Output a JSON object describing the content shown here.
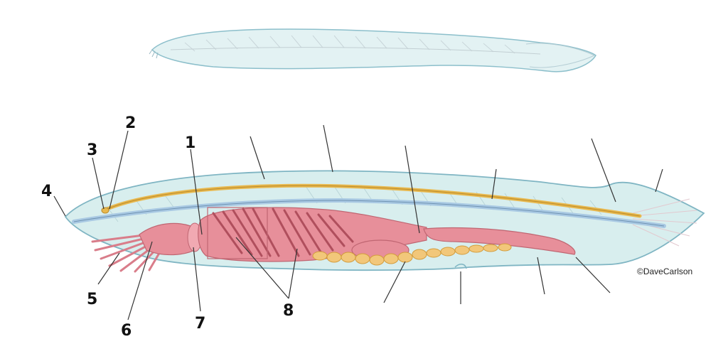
{
  "diagram": {
    "labels": [
      "1",
      "2",
      "3",
      "4",
      "5",
      "6",
      "7",
      "8"
    ],
    "credit": "©DaveCarlson"
  },
  "colors": {
    "body_fill": "#d8eeee",
    "body_outline": "#7fb5c3",
    "nerve_cord": "#e8b84e",
    "notochord": "#a9c9e3",
    "pharynx": "#e78f9a",
    "gonads": "#f2c77a",
    "leader_line": "#333333"
  }
}
